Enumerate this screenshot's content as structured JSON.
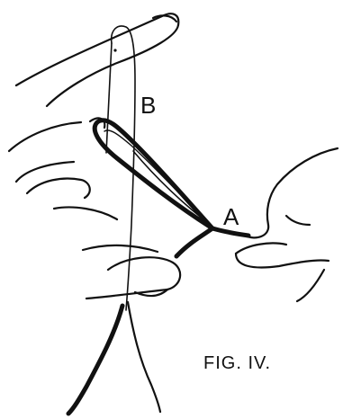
{
  "figure": {
    "label_a": "A",
    "label_b": "B",
    "caption": "FIG. IV."
  },
  "colors": {
    "ink": "#111111",
    "paper": "#ffffff"
  }
}
